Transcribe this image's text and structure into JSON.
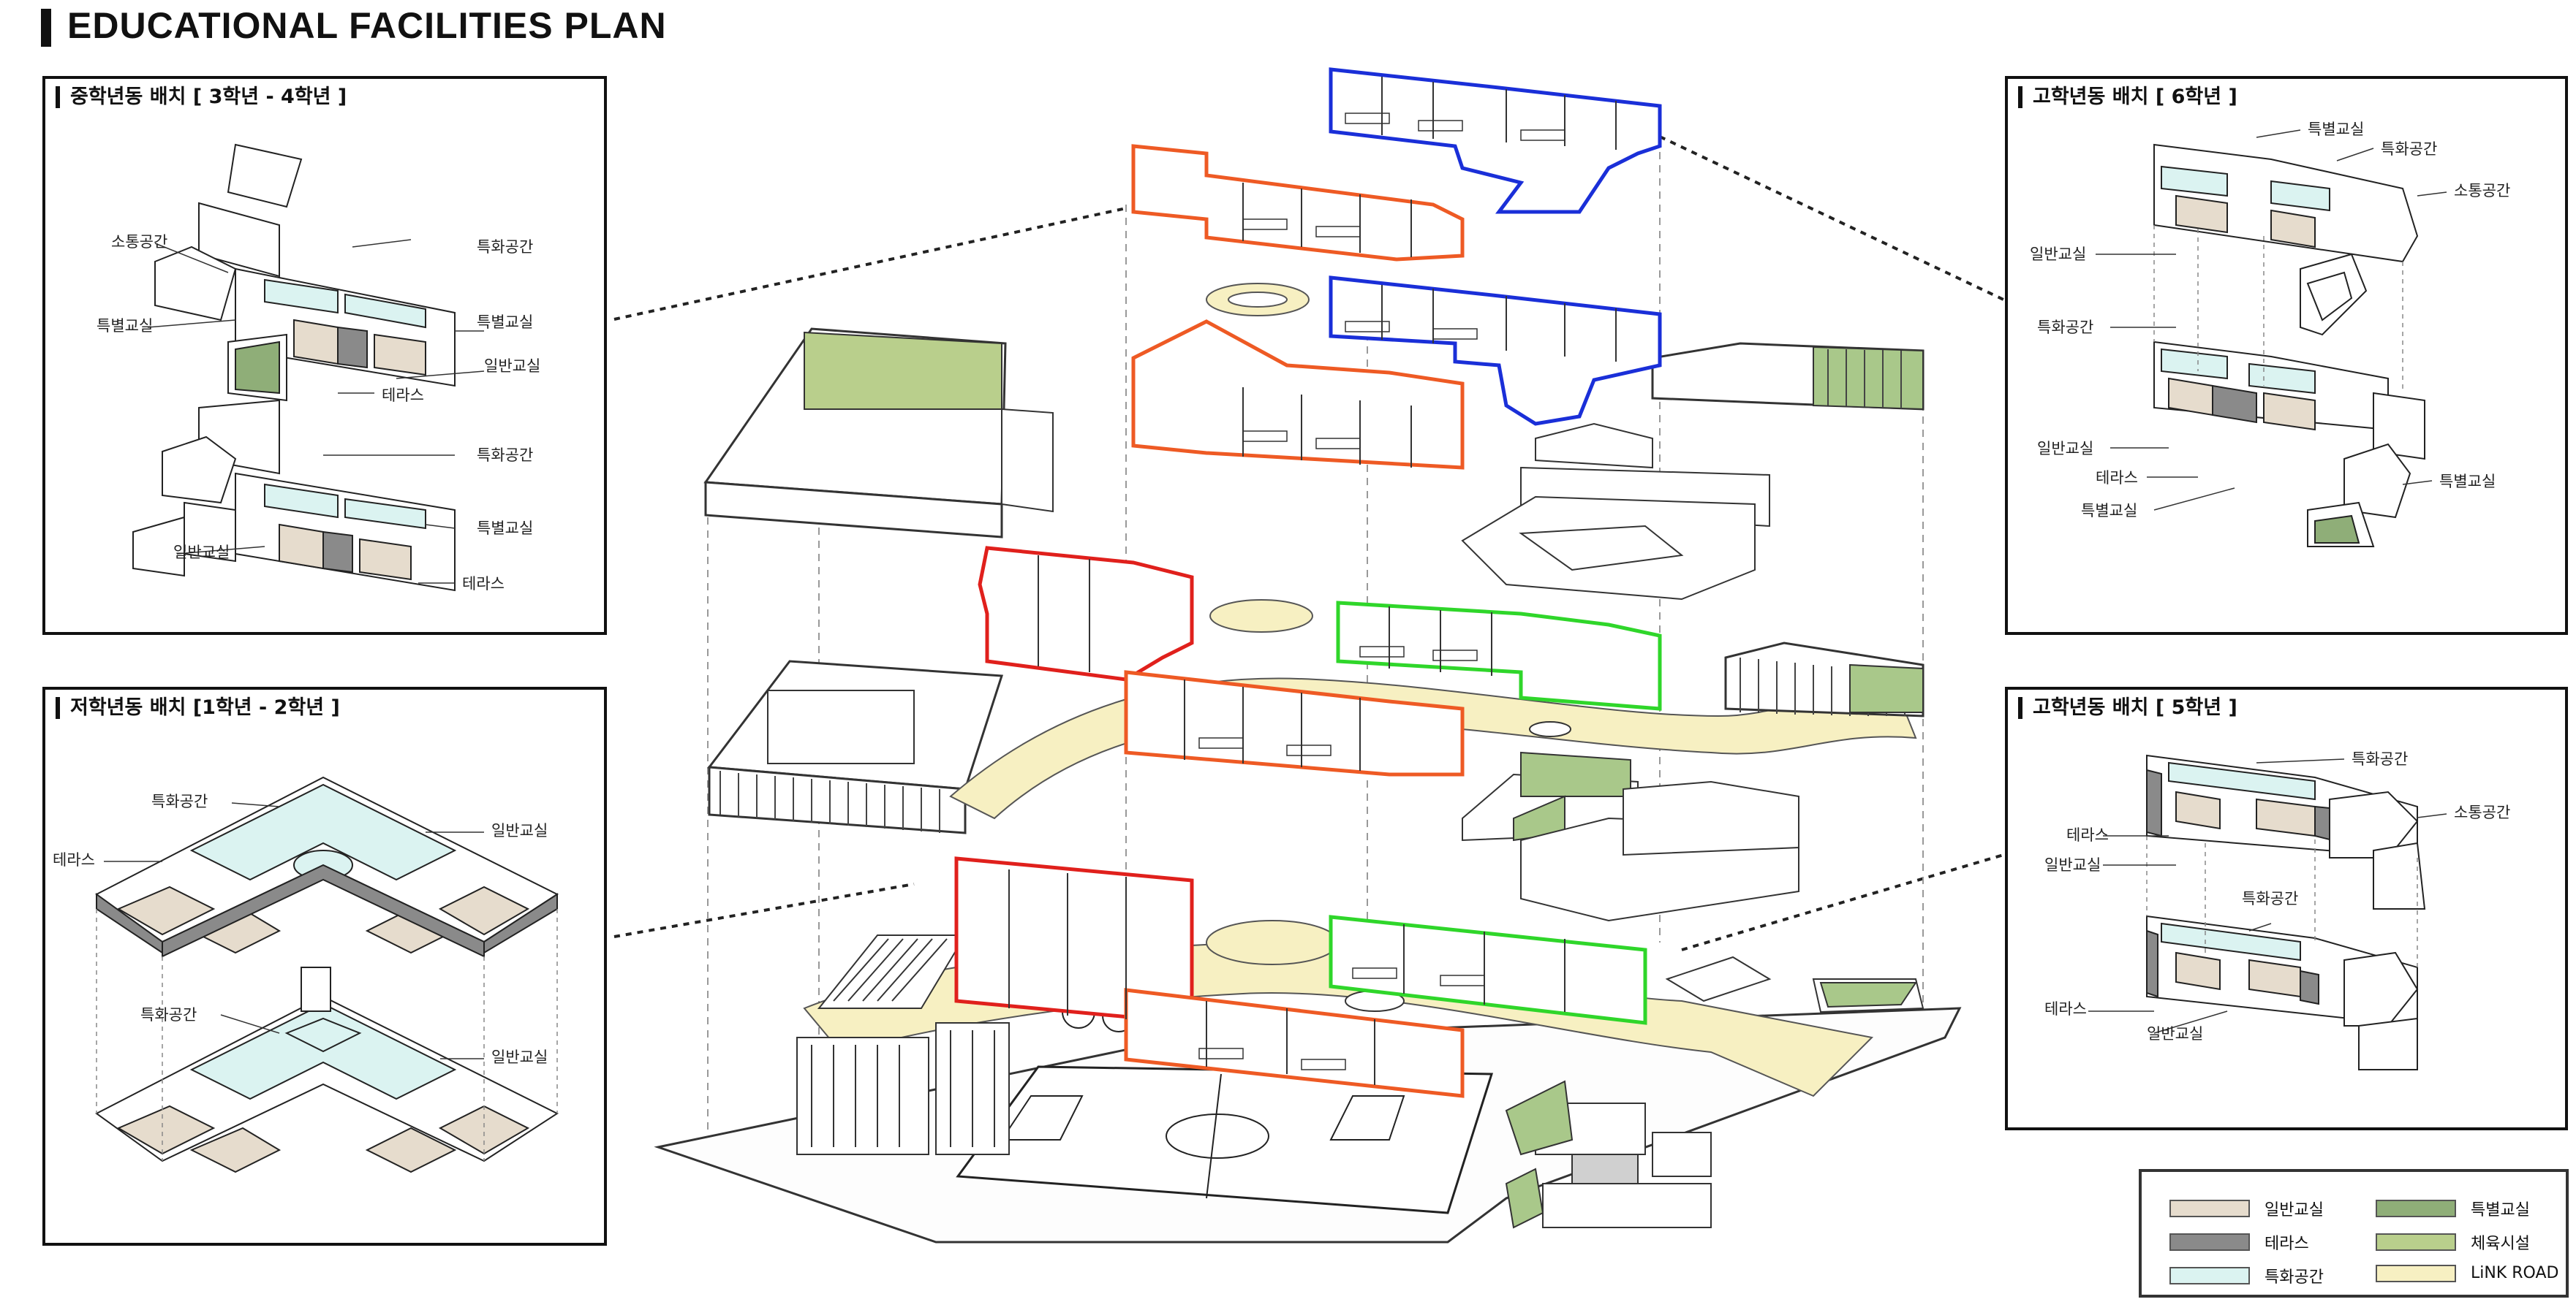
{
  "title": "EDUCATIONAL FACILITIES PLAN",
  "panels": {
    "middle_grade": {
      "title": "중학년동 배치 [ 3학년 - 4학년 ]",
      "labels": [
        "소통공간",
        "특화공간",
        "특별교실",
        "특별교실",
        "일반교실",
        "테라스",
        "특화공간",
        "특별교실",
        "일반교실",
        "테라스"
      ]
    },
    "lower_grade": {
      "title": "저학년동 배치 [1학년 - 2학년 ]",
      "labels": [
        "특화공간",
        "일반교실",
        "테라스",
        "특화공간",
        "일반교실"
      ]
    },
    "upper_grade_6": {
      "title": "고학년동 배치 [ 6학년 ]",
      "labels": [
        "특별교실",
        "특화공간",
        "소통공간",
        "일반교실",
        "특화공간",
        "일반교실",
        "테라스",
        "특별교실",
        "특별교실"
      ]
    },
    "upper_grade_5": {
      "title": "고학년동 배치 [ 5학년 ]",
      "labels": [
        "특화공간",
        "테라스",
        "소통공간",
        "일반교실",
        "특화공간",
        "테라스",
        "일반교실"
      ]
    }
  },
  "legend": [
    {
      "label": "일반교실",
      "color": "#e6dccd"
    },
    {
      "label": "특별교실",
      "color": "#8fae78"
    },
    {
      "label": "테라스",
      "color": "#8a8a8a"
    },
    {
      "label": "체육시설",
      "color": "#b9cf8c"
    },
    {
      "label": "특화공간",
      "color": "#dbf3f1"
    },
    {
      "label": "LiNK ROAD",
      "color": "#f7f0c2"
    }
  ],
  "colors": {
    "orange": "#ee5a24",
    "blue": "#1a2fd8",
    "red": "#e0201c",
    "green": "#2fd62a",
    "path": "#f7f0c2"
  }
}
